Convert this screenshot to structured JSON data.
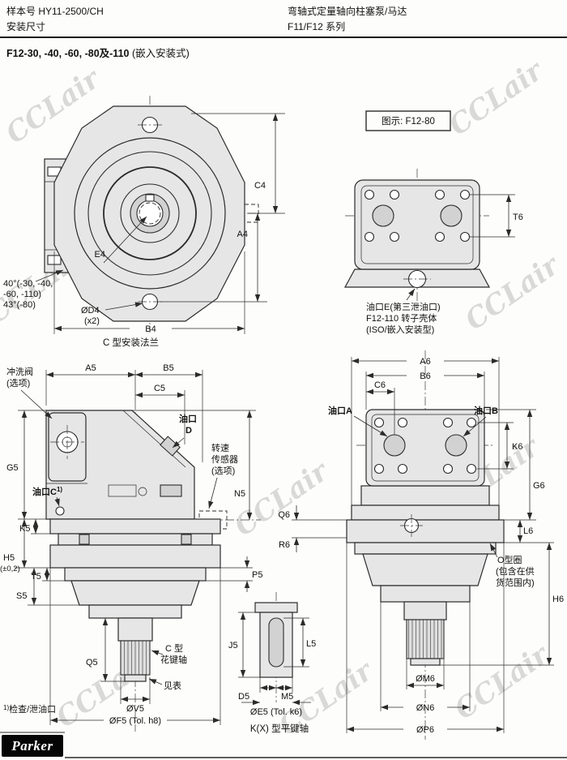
{
  "page": {
    "doc_number": "样本号 HY11-2500/CH",
    "doc_subtitle": "安装尺寸",
    "product_title": "弯轴式定量轴向柱塞泵/马达",
    "series_title": "F11/F12 系列",
    "section_title_bold": "F12-30, -40, -60, -80及-110",
    "section_title_rest": " (嵌入安装式)"
  },
  "watermark": "CCLair",
  "front_view": {
    "angle_note_1": "40°(-30, -40,",
    "angle_note_2": "-60, -110)",
    "angle_note_3": "43°(-80)",
    "dim_c4": "C4",
    "dim_a4": "A4",
    "dim_e4": "E4",
    "dim_d4": "ØD4",
    "dim_d4_qty": "(x2)",
    "dim_b4": "B4",
    "caption": "C 型安装法兰"
  },
  "rear_view": {
    "figure_label": "图示: F12-80",
    "dim_t6": "T6",
    "note_1": "油口E(第三泄油口)",
    "note_2": "F12-110 转子壳体",
    "note_3": "(ISO/嵌入安装型)"
  },
  "side_view": {
    "flush_valve_1": "冲洗阀",
    "flush_valve_2": "(选项)",
    "dim_a5": "A5",
    "dim_b5": "B5",
    "dim_c5": "C5",
    "port_d_1": "油口",
    "port_d_2": "D",
    "sensor_1": "转速",
    "sensor_2": "传感器",
    "sensor_3": "(选项)",
    "dim_n5": "N5",
    "dim_g5": "G5",
    "port_c": "油口C",
    "port_c_sup": "1)",
    "dim_k5": "K5",
    "dim_h5": "H5",
    "dim_h5_tol": "(±0,2)",
    "dim_t5": "T5",
    "dim_s5": "S5",
    "dim_p5": "P5",
    "dim_q5": "Q5",
    "spline_1": "C 型",
    "spline_2": "花键轴",
    "see_table": "见表",
    "dim_v5": "ØV5",
    "dim_f5": "ØF5 (Tol. h8)",
    "footnote_sup": "1)",
    "footnote": "检查/泄油口"
  },
  "key_shaft_view": {
    "dim_j5": "J5",
    "dim_l5": "L5",
    "dim_d5": "D5",
    "dim_m5": "M5",
    "dim_e5": "ØE5 (Tol. k6)",
    "caption": "K(X) 型平键轴"
  },
  "right_view": {
    "dim_a6": "A6",
    "dim_b6": "B6",
    "dim_c6": "C6",
    "port_a_1": "油口",
    "port_a_2": "A",
    "port_b_1": "油口",
    "port_b_2": "B",
    "dim_k6": "K6",
    "dim_g6": "G6",
    "dim_l6": "L6",
    "dim_q6": "Q6",
    "dim_r6": "R6",
    "oring_1": "O型圈",
    "oring_2": "(包含在供",
    "oring_3": "货范围内)",
    "dim_h6": "H6",
    "dim_m6": "ØM6",
    "dim_n6": "ØN6",
    "dim_p6": "ØP6"
  },
  "footer": {
    "logo": "Parker"
  }
}
